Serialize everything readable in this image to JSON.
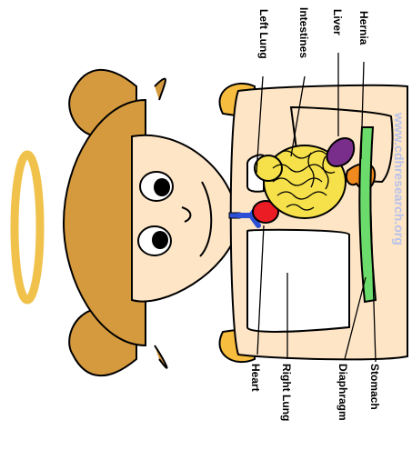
{
  "labels": {
    "top": {
      "left_lung": "Left Lung",
      "intestines": "Intestines",
      "liver": "Liver",
      "hernia": "Hernia"
    },
    "bottom": {
      "heart": "Heart",
      "right_lung": "Right Lung",
      "diaphragm": "Diaphragm",
      "stomach": "Stomach"
    }
  },
  "watermark": "www.cdhresearch.org",
  "colors": {
    "hair": "#d69a3e",
    "skin": "#fde5c6",
    "halo": "#f0c24c",
    "heart": "#ec1c24",
    "intestines": "#f6e14a",
    "liver": "#7a2e8c",
    "stomach": "#f08a1e",
    "diaphragm": "#6bdc6b",
    "airway": "#2c4fd6",
    "watermark": "#b9c2ea"
  }
}
